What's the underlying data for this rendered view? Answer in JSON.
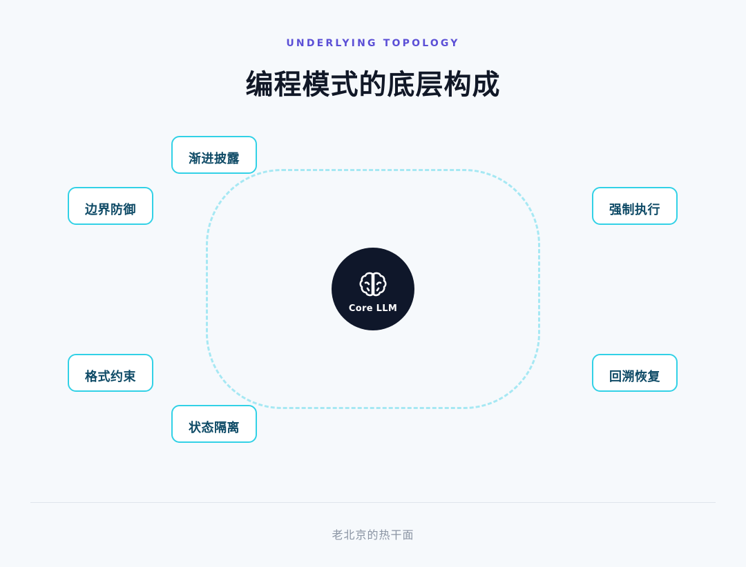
{
  "header": {
    "eyebrow": "UNDERLYING TOPOLOGY",
    "title": "编程模式的底层构成"
  },
  "core": {
    "label": "Core LLM",
    "icon": "brain-icon"
  },
  "nodes": [
    {
      "label": "渐进披露"
    },
    {
      "label": "边界防御"
    },
    {
      "label": "强制执行"
    },
    {
      "label": "格式约束"
    },
    {
      "label": "回溯恢复"
    },
    {
      "label": "状态隔离"
    }
  ],
  "footer": {
    "text": "老北京的热干面"
  },
  "colors": {
    "accent": "#5b4fd6",
    "node_border": "#31d1e6",
    "node_text": "#0e4a66",
    "orbit": "#a6e8f3",
    "core_bg": "#0f172a",
    "background": "#f6f9fc"
  }
}
